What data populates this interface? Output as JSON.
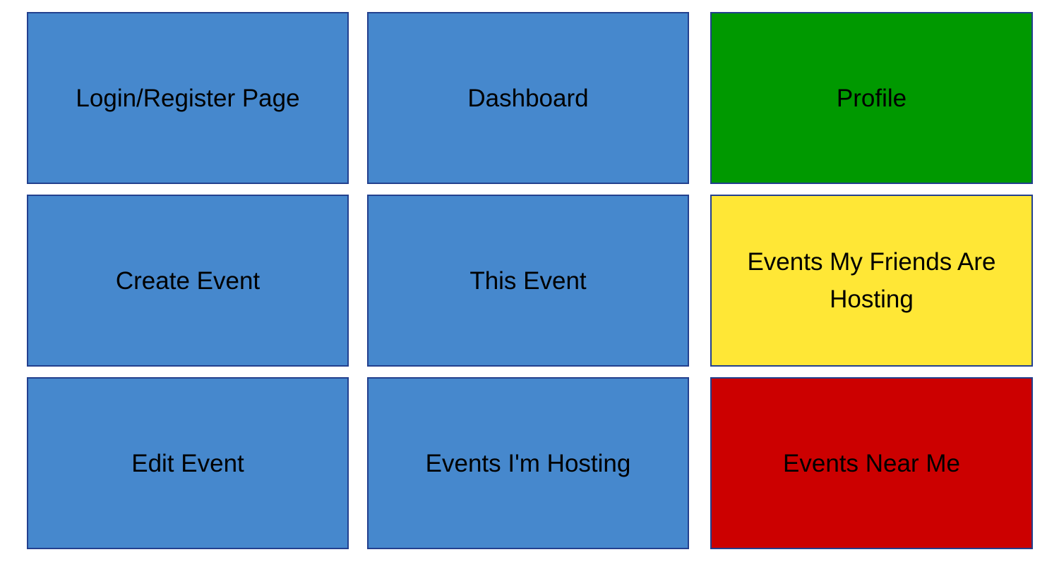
{
  "tiles": [
    {
      "label": "Login/Register Page",
      "color": "#4688cd"
    },
    {
      "label": "Dashboard",
      "color": "#4688cd"
    },
    {
      "label": "Profile",
      "color": "#009900"
    },
    {
      "label": "Create Event",
      "color": "#4688cd"
    },
    {
      "label": "This Event",
      "color": "#4688cd"
    },
    {
      "label": "Events My Friends Are Hosting",
      "color": "#ffe736"
    },
    {
      "label": "Edit Event",
      "color": "#4688cd"
    },
    {
      "label": "Events I'm Hosting",
      "color": "#4688cd"
    },
    {
      "label": "Events Near Me",
      "color": "#cc0000"
    }
  ]
}
